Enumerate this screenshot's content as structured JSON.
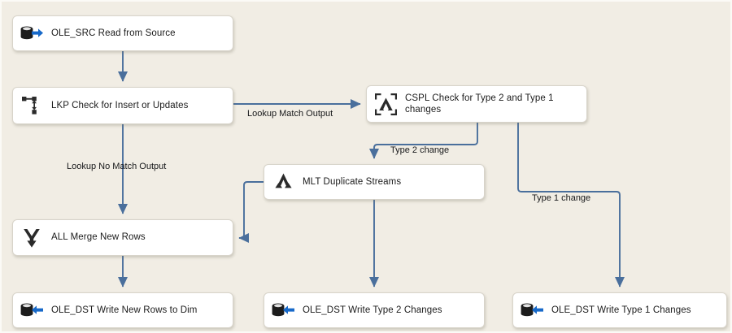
{
  "canvas": {
    "background_color": "#f1ede4",
    "node_fill": "#ffffff",
    "node_border": "#d8d4ca",
    "connector_color": "#4a6f9c",
    "text_color": "#1b1b1b"
  },
  "nodes": [
    {
      "id": "ole-src",
      "label": "OLE_SRC Read from Source",
      "icon": "ole-db-source-icon"
    },
    {
      "id": "lkp",
      "label": "LKP Check for Insert or Updates",
      "icon": "lookup-icon"
    },
    {
      "id": "cspl",
      "label": "CSPL Check for Type 2 and Type 1 changes",
      "icon": "conditional-split-icon"
    },
    {
      "id": "mlt",
      "label": "MLT Duplicate Streams",
      "icon": "multicast-icon"
    },
    {
      "id": "all",
      "label": "ALL Merge New Rows",
      "icon": "union-all-icon"
    },
    {
      "id": "dst-new",
      "label": "OLE_DST Write New Rows to Dim",
      "icon": "ole-db-destination-icon"
    },
    {
      "id": "dst-type2",
      "label": "OLE_DST Write Type 2 Changes",
      "icon": "ole-db-destination-icon"
    },
    {
      "id": "dst-type1",
      "label": "OLE_DST Write Type 1 Changes",
      "icon": "ole-db-destination-icon"
    }
  ],
  "edge_labels": {
    "lookup_match": "Lookup Match Output",
    "lookup_no_match": "Lookup No Match Output",
    "type2_change": "Type 2 change",
    "type1_change": "Type 1 change"
  }
}
